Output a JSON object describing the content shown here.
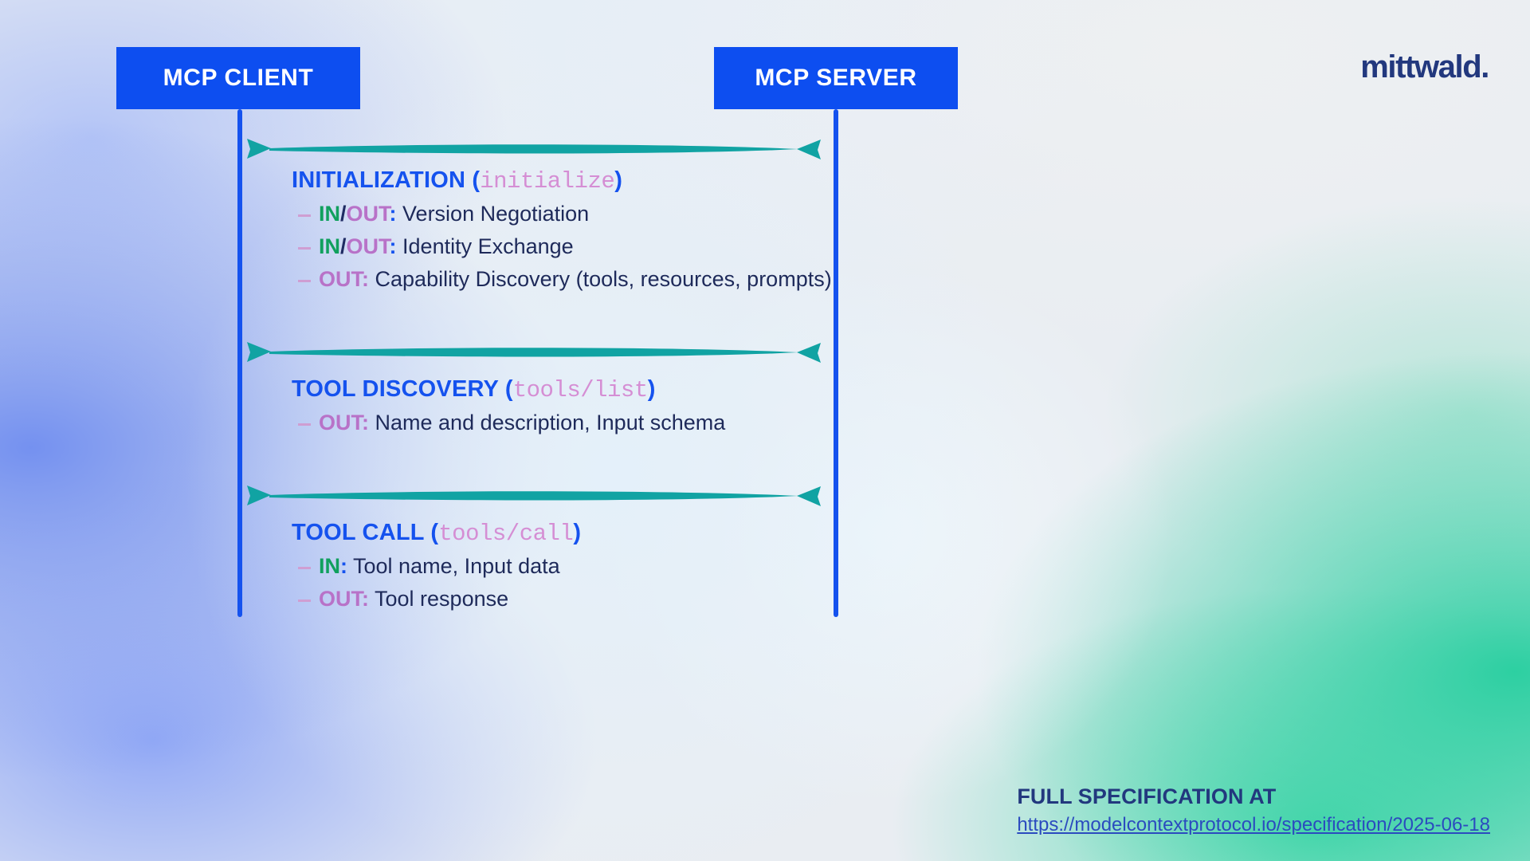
{
  "brand": {
    "name": "mittwald."
  },
  "diagram": {
    "type": "sequence-diagram",
    "participants": [
      {
        "id": "client",
        "label": "MCP CLIENT"
      },
      {
        "id": "server",
        "label": "MCP SERVER"
      }
    ],
    "accent_colors": {
      "node_box": "#0d4ef0",
      "lifeline": "#1552ee",
      "arrow": "#11a3a3",
      "heading": "#1552ee",
      "code": "#d58ed4",
      "tag_in": "#10a05e",
      "tag_out": "#b872c8",
      "body_text": "#1e2a5a",
      "brand": "#22387e",
      "link": "#2b4bbf"
    },
    "messages": [
      {
        "id": "initialization",
        "heading": "INITIALIZATION",
        "method": "initialize",
        "direction": "bidirectional",
        "lines": [
          {
            "tag": "IN/OUT",
            "tag_in": "IN",
            "tag_out": "OUT",
            "text": "Version Negotiation"
          },
          {
            "tag": "IN/OUT",
            "tag_in": "IN",
            "tag_out": "OUT",
            "text": "Identity Exchange"
          },
          {
            "tag": "OUT",
            "tag_in": "",
            "tag_out": "OUT",
            "text": "Capability Discovery (tools, resources, prompts)"
          }
        ]
      },
      {
        "id": "tool-discovery",
        "heading": "TOOL DISCOVERY",
        "method": "tools/list",
        "direction": "bidirectional",
        "lines": [
          {
            "tag": "OUT",
            "tag_in": "",
            "tag_out": "OUT",
            "text": "Name and description, Input schema"
          }
        ]
      },
      {
        "id": "tool-call",
        "heading": "TOOL CALL",
        "method": "tools/call",
        "direction": "bidirectional",
        "lines": [
          {
            "tag": "IN",
            "tag_in": "IN",
            "tag_out": "",
            "text": "Tool name, Input data"
          },
          {
            "tag": "OUT",
            "tag_in": "",
            "tag_out": "OUT",
            "text": "Tool response"
          }
        ]
      }
    ]
  },
  "footer": {
    "title": "FULL SPECIFICATION AT",
    "url": "https://modelcontextprotocol.io/specification/2025-06-18"
  }
}
